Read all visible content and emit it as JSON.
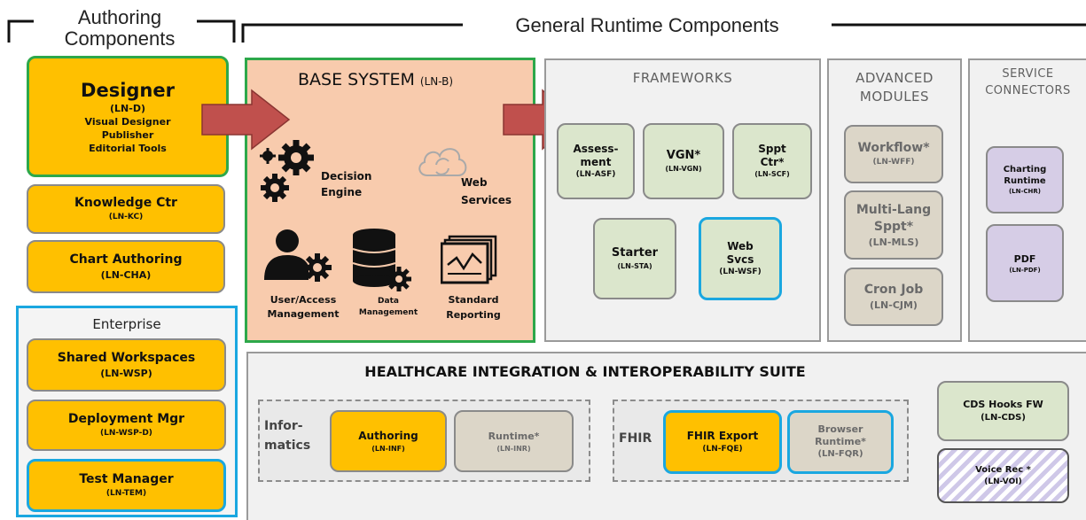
{
  "headers": {
    "authoring": "Authoring\nComponents",
    "runtime": "General Runtime Components"
  },
  "authoring": {
    "designer": {
      "title": "Designer",
      "code": "(LN-D)",
      "lines": [
        "Visual Designer",
        "Publisher",
        "Editorial Tools"
      ]
    },
    "knowledge_ctr": {
      "title": "Knowledge Ctr",
      "code": "(LN-KC)"
    },
    "chart_authoring": {
      "title": "Chart Authoring",
      "code": "(LN-CHA)"
    }
  },
  "enterprise": {
    "title": "Enterprise",
    "shared": {
      "title": "Shared Workspaces",
      "code": "(LN-WSP)"
    },
    "deployment": {
      "title": "Deployment Mgr",
      "code": "(LN-WSP-D)"
    },
    "test": {
      "title": "Test Manager",
      "code": "(LN-TEM)"
    }
  },
  "base_system": {
    "title": "BASE SYSTEM",
    "code": "(LN-B)",
    "decision": "Decision\nEngine",
    "web_services": "Web\nServices",
    "user_access": "User/Access\nManagement",
    "data_mgmt": "Data\nManagement",
    "reporting": "Standard\nReporting"
  },
  "frameworks": {
    "title": "FRAMEWORKS",
    "assessment": {
      "title": "Assess-\nment",
      "code": "(LN-ASF)"
    },
    "vgn": {
      "title": "VGN*",
      "code": "(LN-VGN)"
    },
    "sppt": {
      "title": "Sppt\nCtr*",
      "code": "(LN-SCF)"
    },
    "starter": {
      "title": "Starter",
      "code": "(LN-STA)"
    },
    "websvcs": {
      "title": "Web\nSvcs",
      "code": "(LN-WSF)"
    }
  },
  "advanced": {
    "title": "ADVANCED\nMODULES",
    "workflow": {
      "title": "Workflow*",
      "code": "(LN-WFF)"
    },
    "multilang": {
      "title": "Multi-Lang\nSppt*",
      "code": "(LN-MLS)"
    },
    "cron": {
      "title": "Cron Job",
      "code": "(LN-CJM)"
    }
  },
  "connectors": {
    "title": "SERVICE\nCONNECTORS",
    "charting": {
      "title": "Charting\nRuntime",
      "code": "(LN-CHR)"
    },
    "pdf": {
      "title": "PDF",
      "code": "(LN-PDF)"
    }
  },
  "hiis": {
    "title": "HEALTHCARE INTEGRATION & INTEROPERABILITY SUITE",
    "informatics_label": "Infor-\nmatics",
    "authoring": {
      "title": "Authoring",
      "code": "(LN-INF)"
    },
    "runtime": {
      "title": "Runtime*",
      "code": "(LN-INR)"
    },
    "fhir_label": "FHIR",
    "fhir_export": {
      "title": "FHIR Export",
      "code": "(LN-FQE)"
    },
    "browser_runtime": {
      "title": "Browser\nRuntime*",
      "code": "(LN-FQR)"
    },
    "cds_hooks": {
      "title": "CDS Hooks FW",
      "code": "(LN-CDS)"
    },
    "voice_rec": {
      "title": "Voice Rec *",
      "code": "(LN-VOI)"
    }
  },
  "colors": {
    "orange": "#ffc000",
    "green_box": "#dbe6cc",
    "purple_box": "#d6cde6",
    "base_fill": "#f8cbad",
    "highlight_blue": "#1aa7e0",
    "highlight_green": "#2da84a",
    "arrow": "#c0504d"
  }
}
